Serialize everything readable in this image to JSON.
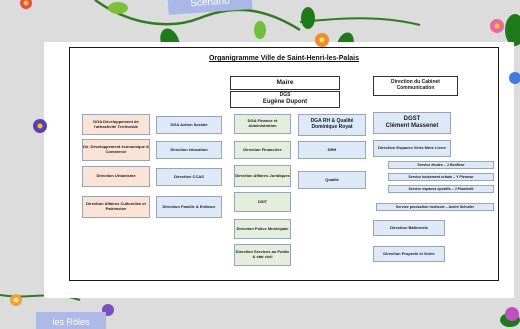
{
  "banner": {
    "top": "Scénario",
    "bottom": "les Rôles"
  },
  "org": {
    "title": "Organigramme Ville de Saint-Henri-les-Palais",
    "maire": "Maire",
    "dgs_title": "DGS",
    "dgs_name": "Eugène Dupont",
    "cabinet": "Direction du Cabinet Communication",
    "col1": [
      "DGA Développement de l'attractivité Territoriale",
      "Dir. Développement économique & Commerce",
      "Direction Urbanisme",
      "Direction Affaires Culturelles et Patrimoine"
    ],
    "col2": [
      "DGA Action Sociale",
      "Direction éducation",
      "Direction CCAS",
      "Direction Famille & Enfance"
    ],
    "col3": [
      "DGA Finance et Administration",
      "Direction Financière",
      "Direction Affaires Juridiques",
      "DSIT",
      "Direction Police Municipale",
      "Direction Services au Public & état civil"
    ],
    "col4_head": "DGA RH & Qualité Dominique Royat",
    "col4": [
      "DRH",
      "Qualité"
    ],
    "dgst_title": "DGST",
    "dgst_name": "Clément Massenet",
    "col5": {
      "espaces_verts": "Direction Espaces Verts Mme Lierre",
      "services": [
        "Service études – J Honfleur",
        "Service boisement urbain – Y Plemeur",
        "Service espaces sportifs – J Piombelli",
        "Service production horticole – André Schuller"
      ],
      "batiments": "Direction Bâtiments",
      "proprete": "Direction Propreté et Voirie"
    }
  },
  "colors": {
    "pink": "#fbe3d6",
    "blue": "#dde9f7",
    "green": "#e3efdc",
    "leaf": "#2f8a2a"
  }
}
